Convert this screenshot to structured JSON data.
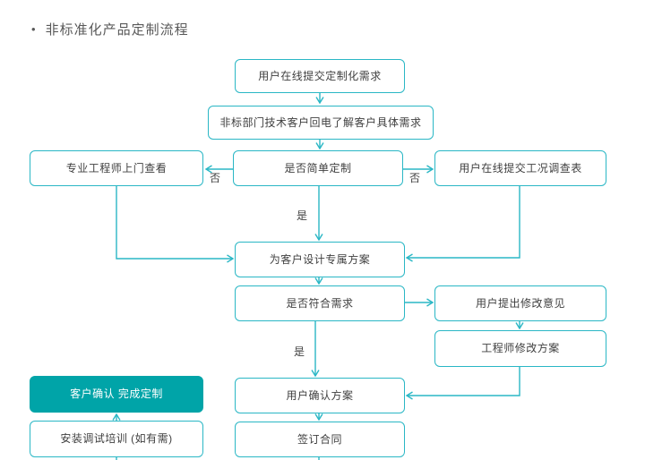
{
  "title": {
    "bullet": "•",
    "text": "非标准化产品定制流程"
  },
  "colors": {
    "connector_line": "#2ab7c5",
    "box_border": "#2ab7c5",
    "box_fill": "#ffffff",
    "completed_box_fill": "#00a4a8",
    "completed_box_text": "#ffffff",
    "text": "#3f3f3f",
    "title_text": "#595959"
  },
  "nodes": {
    "submit_request": "用户在线提交定制化需求",
    "callback": "非标部门技术客户回电了解客户具体需求",
    "engineer_visit": "专业工程师上门查看",
    "simple_custom": "是否简单定制",
    "survey_form": "用户在线提交工况调查表",
    "design_plan": "为客户设计专属方案",
    "meet_needs": "是否符合需求",
    "feedback": "用户提出修改意见",
    "revise_plan": "工程师修改方案",
    "confirm_plan": "用户确认方案",
    "sign_contract": "签订合同",
    "complete": "客户确认 完成定制",
    "install_training": "安装调试培训 (如有需)"
  },
  "edge_labels": {
    "no_left": "否",
    "no_right": "否",
    "yes_top": "是",
    "yes_bottom": "是"
  }
}
